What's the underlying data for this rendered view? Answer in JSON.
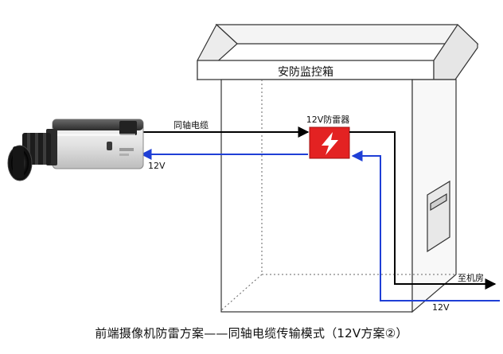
{
  "box": {
    "title": "安防监控箱"
  },
  "arrester": {
    "label": "12V防雷器"
  },
  "cables": {
    "coax_label": "同轴电缆",
    "power_left_label": "12V",
    "power_right_label": "12V",
    "machine_room_label": "至机房"
  },
  "caption": {
    "text": "前端摄像机防雷方案——同轴电缆传输模式（12V方案②）"
  },
  "colors": {
    "signal_line": "#000000",
    "power_line": "#1f3fd6",
    "arrester_red": "#e32222",
    "outline": "#333333"
  }
}
